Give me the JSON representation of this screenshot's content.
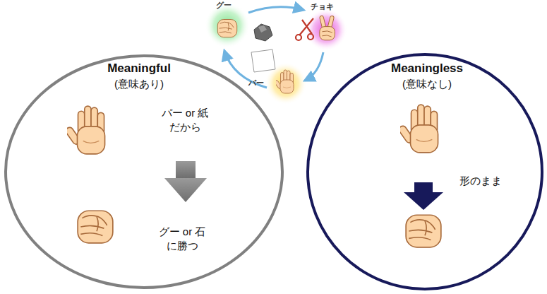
{
  "diagram": {
    "nodes": [
      {
        "text": [
          "Meaningful",
          "(意味あり)",
          "パー or 紙 だから",
          "グー or 石 に勝つ"
        ]
      },
      {
        "text": [
          "Meaningless",
          "(意味なし)",
          "形のまま"
        ]
      }
    ],
    "labels": [
      "グー",
      "チョキ",
      "パー"
    ]
  }
}
